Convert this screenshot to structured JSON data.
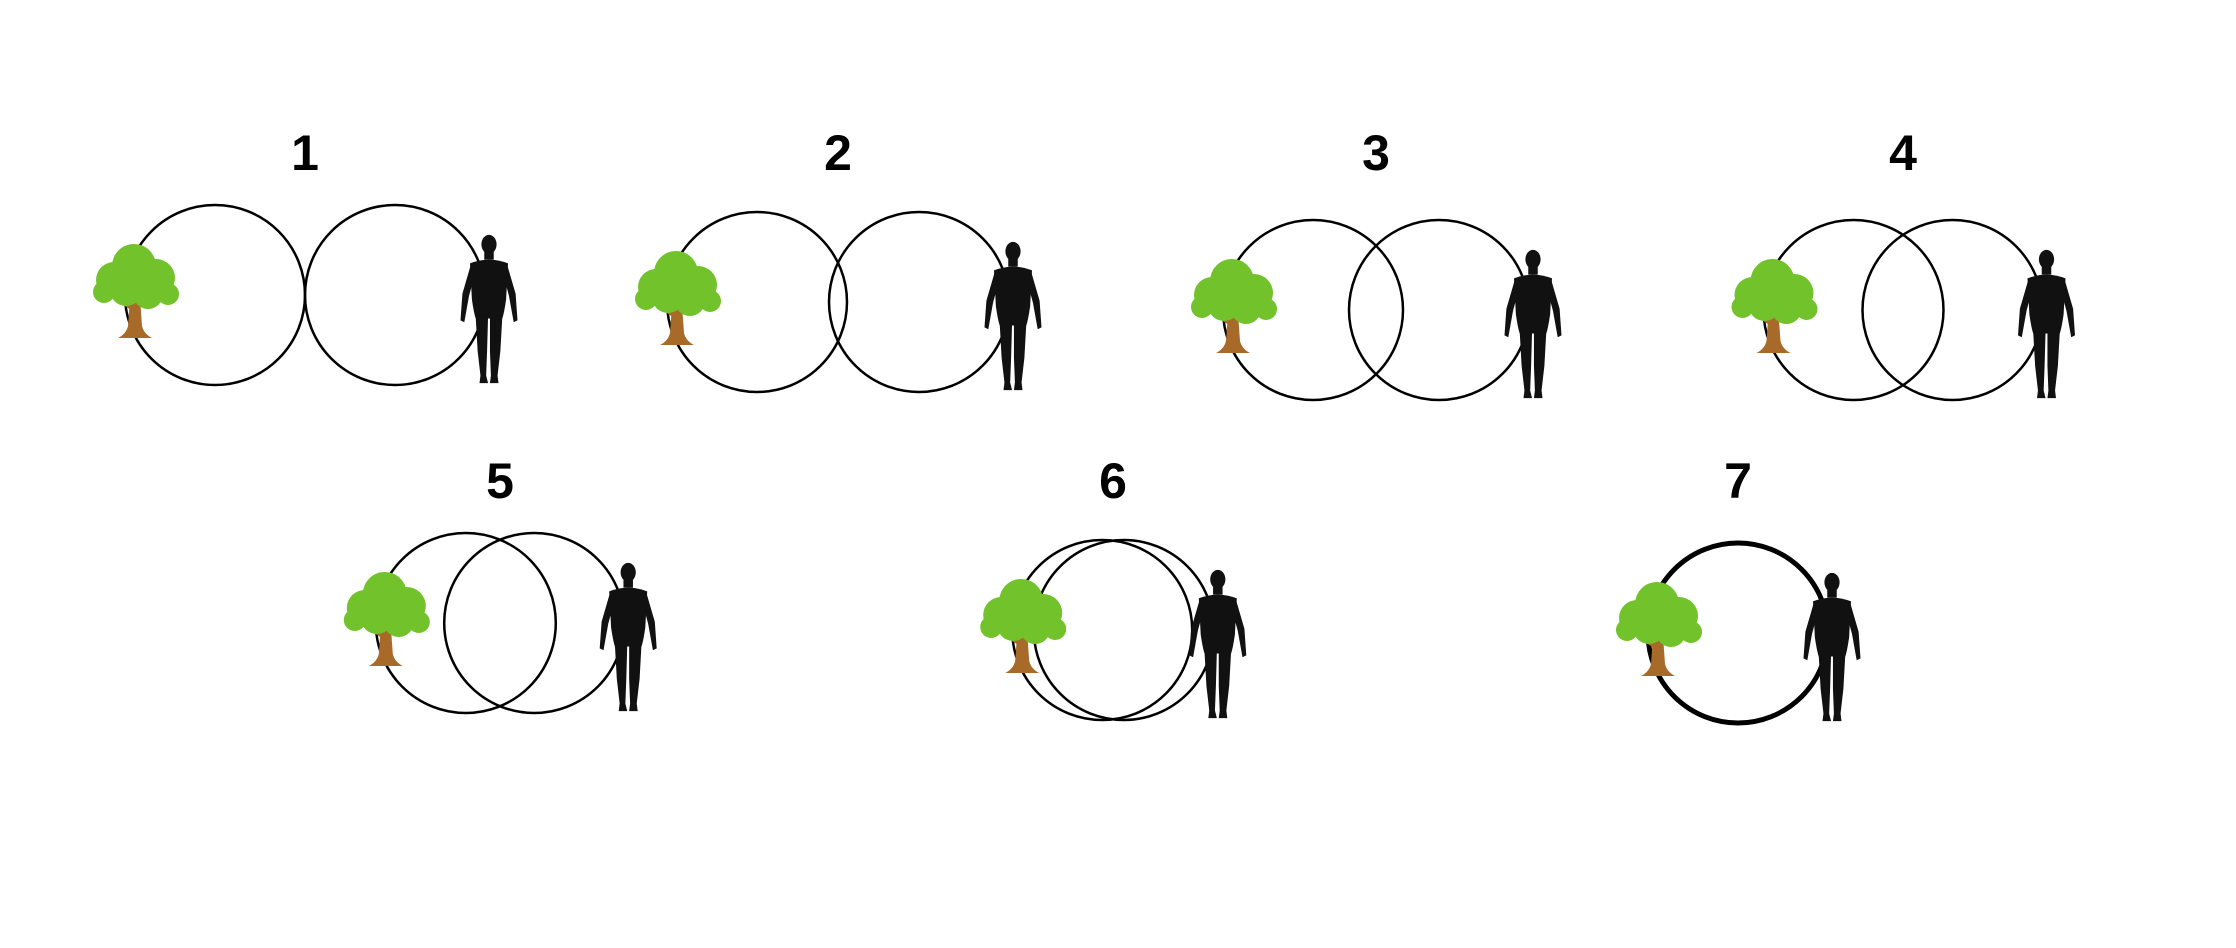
{
  "diagram": {
    "background_color": "#ffffff",
    "stroke_color": "#000000",
    "tree_foliage_color": "#72c22b",
    "tree_trunk_color": "#a86a28",
    "person_color": "#111111",
    "icons": {
      "left": "tree-icon",
      "right": "person-silhouette-icon"
    },
    "panels": [
      {
        "label": "1",
        "overlap": 0.0
      },
      {
        "label": "2",
        "overlap": 0.1
      },
      {
        "label": "3",
        "overlap": 0.3
      },
      {
        "label": "4",
        "overlap": 0.45
      },
      {
        "label": "5",
        "overlap": 0.62
      },
      {
        "label": "6",
        "overlap": 0.88
      },
      {
        "label": "7",
        "overlap": 1.0
      }
    ]
  }
}
